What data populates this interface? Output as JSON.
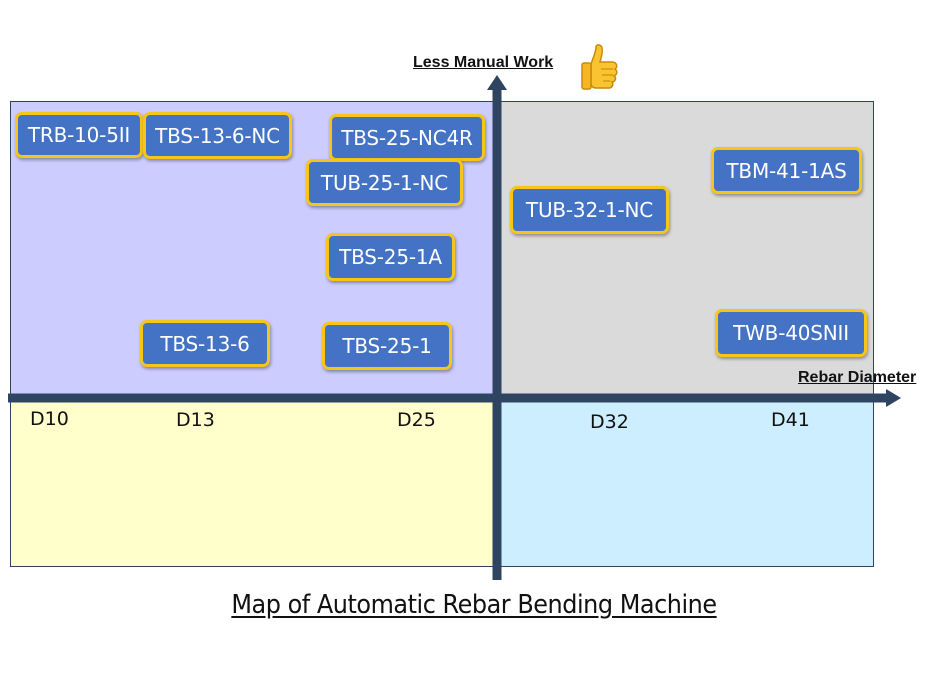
{
  "title": "Map of Automatic Rebar Bending Machine",
  "y_axis_label": "Less Manual Work",
  "x_axis_label": "Rebar Diameter",
  "icon": "thumbs-up-icon",
  "ticks": [
    "D10",
    "D13",
    "D25",
    "D32",
    "D41"
  ],
  "machines": [
    "TRB-10-5II",
    "TBS-13-6-NC",
    "TBS-25-NC4R",
    "TUB-25-1-NC",
    "TBM-41-1AS",
    "TUB-32-1-NC",
    "TBS-25-1A",
    "TBS-13-6",
    "TBS-25-1",
    "TWB-40SNII"
  ],
  "colors": {
    "quadrant_top_left": "#ccccff",
    "quadrant_top_right": "#dadada",
    "quadrant_bottom_left": "#ffffcc",
    "quadrant_bottom_right": "#cdeeff",
    "axis": "#2f4460",
    "box_fill": "#4472c4",
    "box_border": "#f5c518"
  }
}
